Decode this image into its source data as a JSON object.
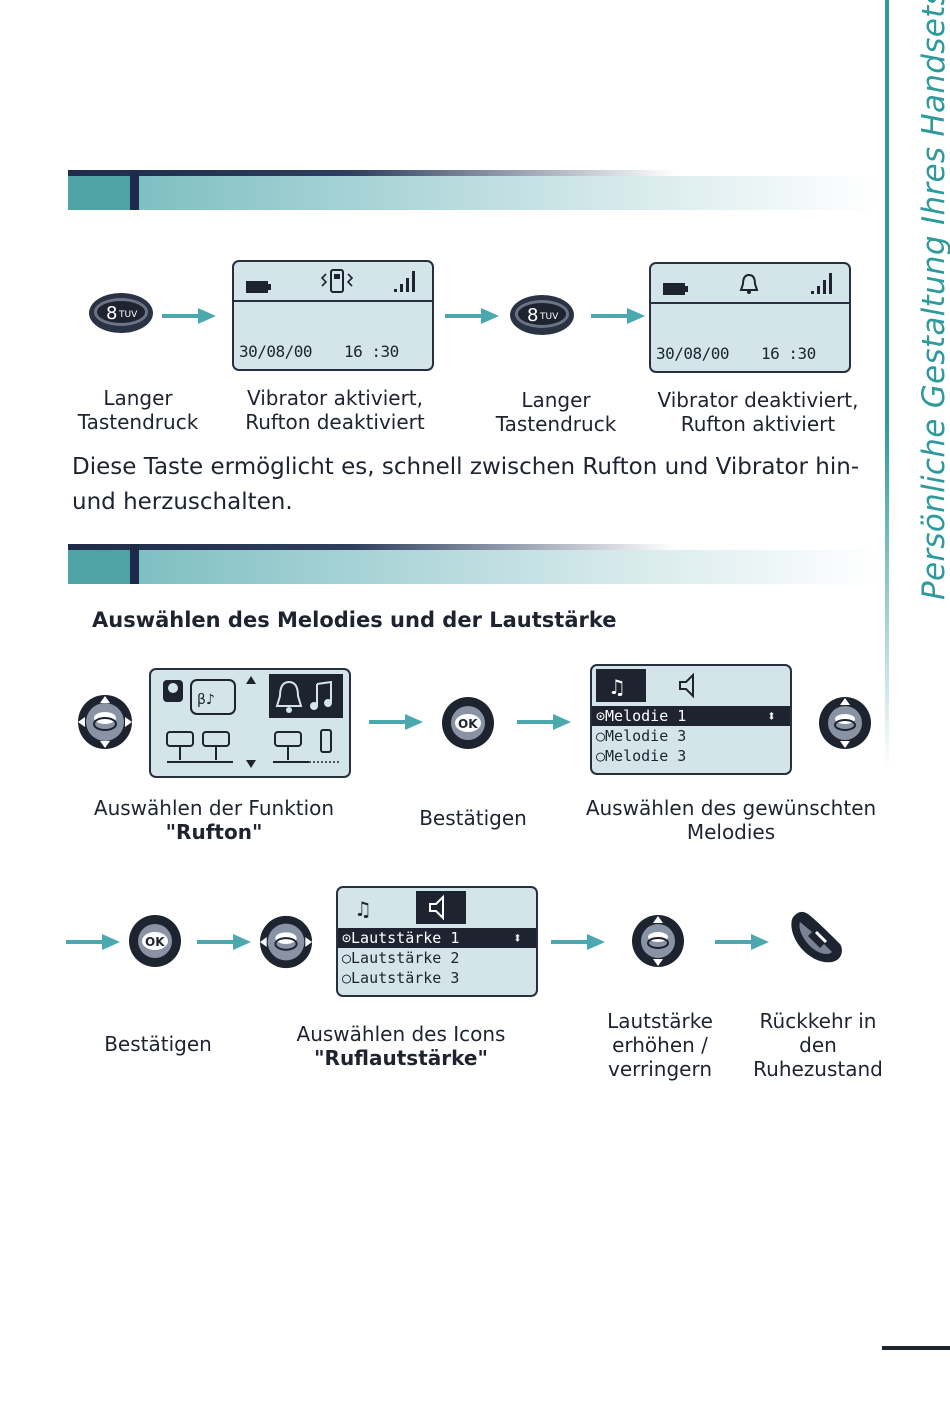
{
  "side_tab": {
    "title": "Persönliche Gestaltung Ihres Handsets"
  },
  "section1": {
    "steps": [
      {
        "caption_l1": "Langer",
        "caption_l2": "Tastendruck",
        "key_label": "8",
        "key_sub": "TUV",
        "icon": "key-8-icon"
      },
      {
        "caption_l1": "Vibrator aktiviert,",
        "caption_l2": "Rufton deaktiviert",
        "screen": {
          "date": "30/08/00",
          "time": "16 :30",
          "status_icon": "vibrate-icon"
        }
      },
      {
        "caption_l1": "Langer",
        "caption_l2": "Tastendruck",
        "key_label": "8",
        "key_sub": "TUV",
        "icon": "key-8-icon"
      },
      {
        "caption_l1": "Vibrator deaktiviert,",
        "caption_l2": "Rufton aktiviert",
        "screen": {
          "date": "30/08/00",
          "time": "16 :30",
          "status_icon": "bell-icon"
        }
      }
    ],
    "paragraph_l1": "Diese Taste ermöglicht es, schnell zwischen Rufton und Vibrator hin-",
    "paragraph_l2": "und herzuschalten."
  },
  "section2": {
    "subheading": "Auswählen des Melodies und der Lautstärke",
    "row1": {
      "cap_function_l1": "Auswählen der Funktion",
      "cap_function_l2": "\"Rufton\"",
      "cap_confirm": "Bestätigen",
      "cap_melody_l1": "Auswählen des gewünschten",
      "cap_melody_l2": "Melodies",
      "ok_label": "OK",
      "melody_list": [
        "Melodie 1",
        "Melodie 3",
        "Melodie 3"
      ]
    },
    "row2": {
      "cap_confirm": "Bestätigen",
      "cap_icon_l1": "Auswählen des Icons",
      "cap_icon_l2": "\"Ruflautstärke\"",
      "cap_volume_l1": "Lautstärke",
      "cap_volume_l2": "erhöhen /",
      "cap_volume_l3": "verringern",
      "cap_return_l1": "Rückkehr in",
      "cap_return_l2": "den",
      "cap_return_l3": "Ruhezustand",
      "ok_label": "OK",
      "volume_list": [
        "Lautstärke 1",
        "Lautstärke 2",
        "Lautstärke 3"
      ]
    }
  },
  "colors": {
    "teal": "#2e9a9c",
    "navy": "#1d2a48",
    "lcd": "#d3e5e8",
    "arrow": "#4aa8ae"
  }
}
